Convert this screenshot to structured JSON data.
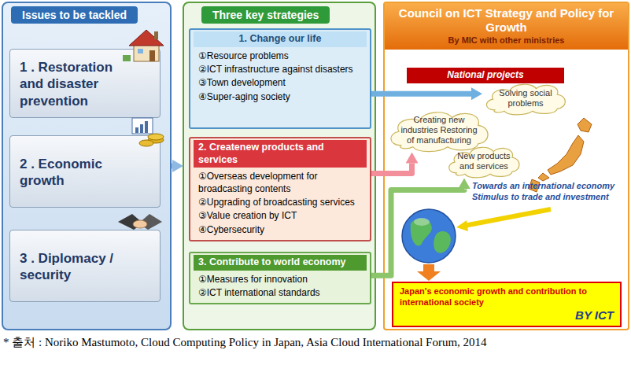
{
  "diagram": {
    "caption": "* 출처 : Noriko Mastumoto, Cloud Computing Policy in Japan, Asia Cloud International Forum, 2014",
    "nodes": [
      {
        "text": [
          "Issues to be tackled"
        ]
      },
      {
        "text": [
          "1 . Restoration and disaster prevention"
        ],
        "in": 0
      },
      {
        "text": [
          "2 . Economic growth"
        ],
        "in": 0
      },
      {
        "text": [
          "3 . Diplomacy / security"
        ],
        "in": 0
      },
      {
        "text": [
          "Three key strategies"
        ]
      },
      {
        "text": [
          "1. Change our life",
          "①Resource problems",
          "②ICT infrastructure against disasters",
          "③Town development",
          "④Super-aging society"
        ],
        "in": 4
      },
      {
        "text": [
          "2. Createnew products and services",
          "①Overseas development for broadcasting contents",
          "②Upgrading of broadcasting services",
          "③Value creation by ICT",
          "④Cybersecurity"
        ],
        "in": 4
      },
      {
        "text": [
          "3. Contribute to world economy",
          "①Measures for innovation",
          "②ICT international standards"
        ],
        "in": 4
      },
      {
        "text": [
          "Council on ICT Strategy and Policy for Growth",
          "By MIC with other ministries"
        ]
      },
      {
        "text": [
          "National projects"
        ],
        "in": 8
      },
      {
        "text": [
          "Solving social problems"
        ],
        "in": 8
      },
      {
        "text": [
          "Creating new industries Restoring of manufacturing"
        ],
        "in": 8
      },
      {
        "text": [
          "New products and services"
        ],
        "in": 8
      },
      {
        "text": [
          "Japan's economic growth and contribution to international society",
          "BY ICT"
        ],
        "in": 8
      }
    ],
    "edges": [
      {
        "from": 0,
        "to": 4,
        "arrow": "to"
      },
      {
        "from": 5,
        "to": 10,
        "arrow": "to"
      },
      {
        "from": 6,
        "to": 11,
        "arrow": "to"
      },
      {
        "from": 7,
        "to": 12,
        "arrow": "to"
      }
    ],
    "labels": [
      "Towards an international economy Stimulus to trade and investment"
    ]
  }
}
